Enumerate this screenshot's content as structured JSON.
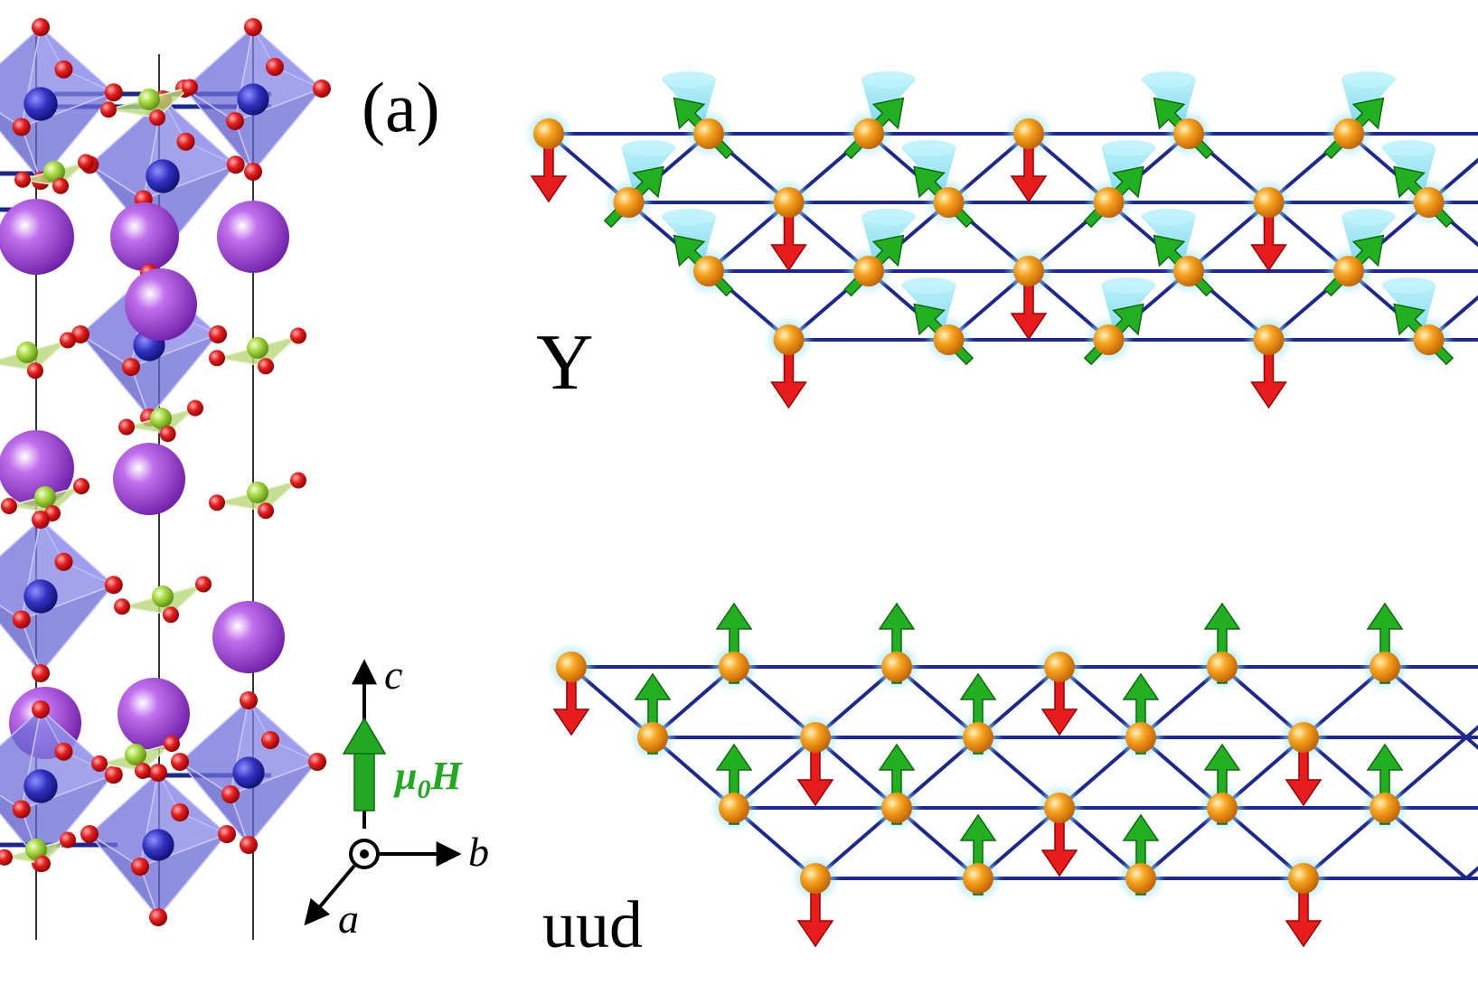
{
  "panel_label": "(a)",
  "phase_labels": {
    "top": "Y",
    "bottom": "uud"
  },
  "axes": {
    "c": "c",
    "b": "b",
    "a": "a"
  },
  "field_label": {
    "mu": "μ",
    "sub": "0",
    "h": "H"
  },
  "colors": {
    "octahedron": "#6f6ed9",
    "oxygen": "#e01818",
    "magnetic_ion": "#f29a10",
    "large_cation": "#a844d8",
    "small_cation": "#9ad43a",
    "bond": "#1c2890",
    "spin_up": "#22b022",
    "spin_down": "#e81c1c",
    "cone": "#7fdcf0",
    "field_arrow": "#22a822"
  },
  "lattice_rows": 4,
  "lattice_columns": 9
}
